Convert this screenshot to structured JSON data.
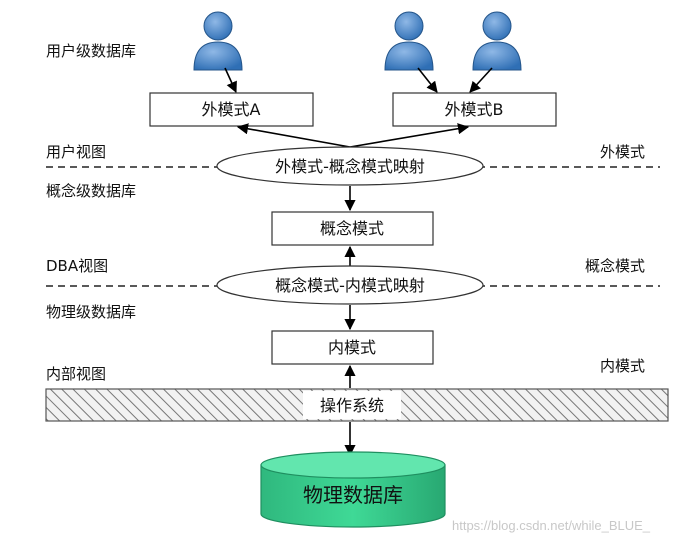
{
  "labels": {
    "user_db": "用户级数据库",
    "user_view": "用户视图",
    "concept_db": "概念级数据库",
    "dba_view": "DBA视图",
    "physical_db": "物理级数据库",
    "internal_view": "内部视图",
    "external_schema_right": "外模式",
    "concept_schema_right": "概念模式",
    "internal_schema_right": "内模式"
  },
  "boxes": {
    "external_a": "外模式A",
    "external_b": "外模式B",
    "concept": "概念模式",
    "internal": "内模式"
  },
  "mappings": {
    "ext_concept": "外模式-概念模式映射",
    "concept_internal": "概念模式-内模式映射"
  },
  "os_bar": "操作系统",
  "physical_storage": "物理数据库",
  "watermark": "https://blog.csdn.net/while_BLUE_",
  "colors": {
    "user_icon": "#2f6fb5",
    "cylinder_top": "#5ee0a8",
    "cylinder_body": "#33c98a"
  }
}
